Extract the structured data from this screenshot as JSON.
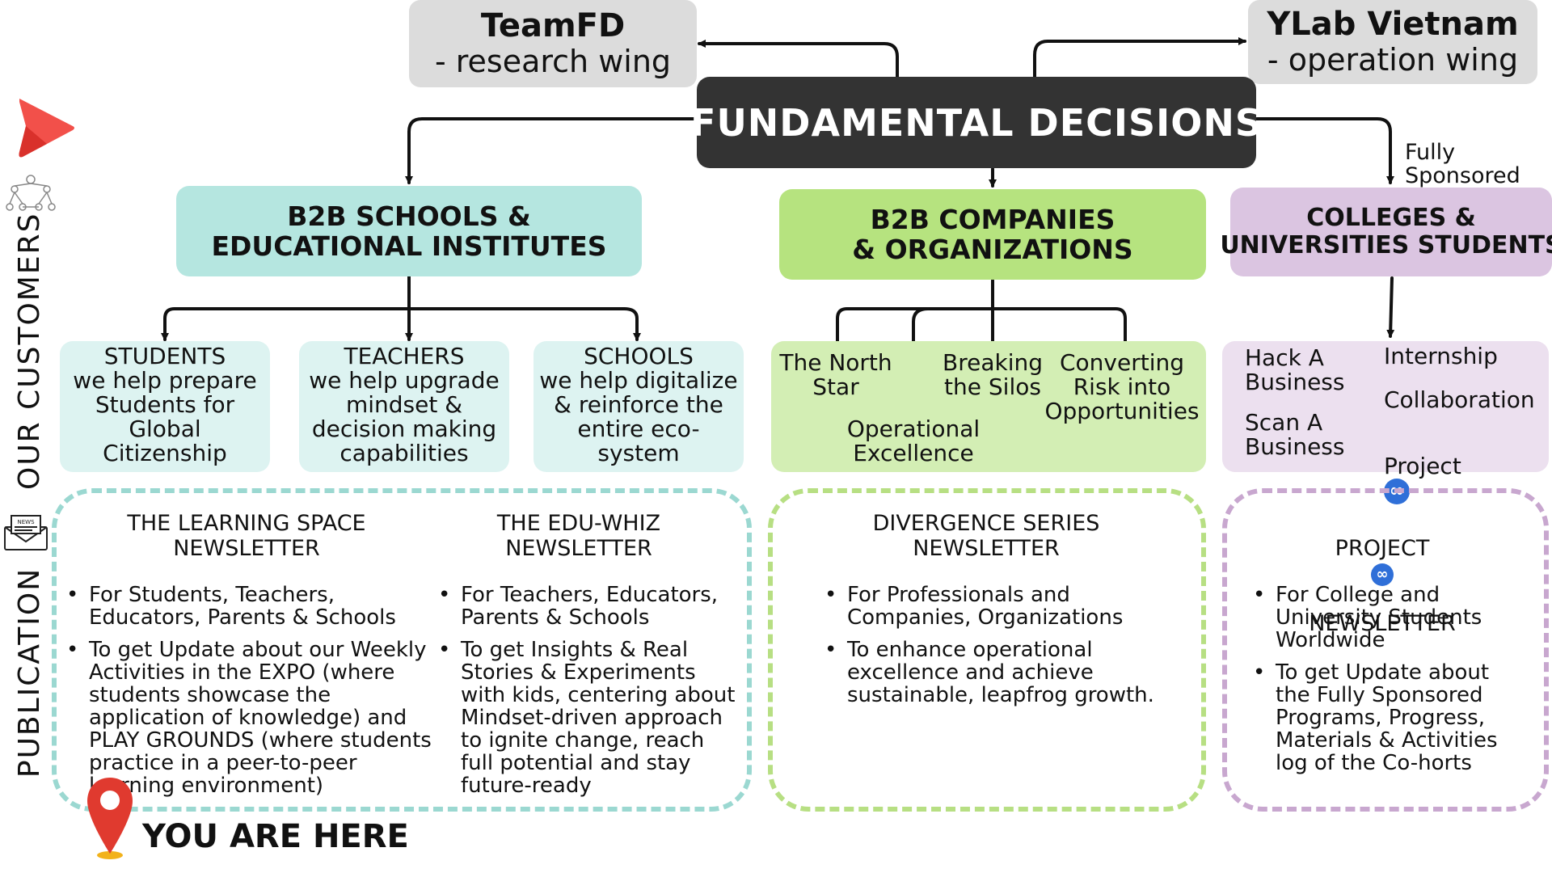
{
  "wings": {
    "research": {
      "name": "TeamFD",
      "sub": "- research wing"
    },
    "operation": {
      "name": "YLab Vietnam",
      "sub": "- operation wing"
    }
  },
  "core": {
    "label": "FUNDAMENTAL DECISIONS"
  },
  "sponsored_note": "Fully\nSponsored",
  "side_labels": {
    "customers": "OUR CUSTOMERS",
    "publication": "PUBLICATION"
  },
  "categories": {
    "schools": {
      "line1": "B2B SCHOOLS &",
      "line2": "EDUCATIONAL INSTITUTES"
    },
    "companies": {
      "line1": "B2B COMPANIES",
      "line2": "& ORGANIZATIONS"
    },
    "colleges": {
      "line1": "COLLEGES &",
      "line2": "UNIVERSITIES STUDENTS"
    }
  },
  "school_items": [
    "STUDENTS\nwe help prepare\nStudents for\nGlobal\nCitizenship",
    "TEACHERS\nwe help upgrade\nmindset &\ndecision making\ncapabilities",
    "SCHOOLS\nwe help digitalize\n& reinforce the\nentire eco-\nsystem"
  ],
  "company_items": {
    "north_star": "The North\nStar",
    "silos": "Breaking\nthe Silos",
    "risk": "Converting\nRisk into\nOpportunities",
    "excellence": "Operational\nExcellence"
  },
  "college_items": {
    "hack": "Hack A\nBusiness",
    "scan": "Scan A\nBusiness",
    "internship": "Internship",
    "collaboration": "Collaboration",
    "project": "Project"
  },
  "newsletters": {
    "learning": {
      "title": "THE LEARNING SPACE\nNEWSLETTER",
      "bullets": [
        " For Students, Teachers,\nEducators, Parents & Schools",
        " To get Update about our Weekly\nActivities in the EXPO (where\nstudents showcase the\napplication of knowledge) and\nPLAY GROUNDS (where students\npractice in a peer-to-peer\n                 learning environment)"
      ]
    },
    "eduwhiz": {
      "title": "THE EDU-WHIZ\nNEWSLETTER",
      "bullets": [
        " For Teachers, Educators,\nParents & Schools",
        " To get Insights & Real\nStories & Experiments\nwith kids, centering about\nMindset-driven approach\nto ignite change, reach\nfull potential and stay\nfuture-ready"
      ]
    },
    "divergence": {
      "title": "DIVERGENCE SERIES\nNEWSLETTER",
      "bullets": [
        " For Professionals and\nCompanies, Organizations",
        "To enhance operational\nexcellence and achieve\nsustainable, leapfrog growth."
      ]
    },
    "project": {
      "title_line1": "PROJECT",
      "title_line2": "NEWSLETTER",
      "bullets": [
        "For College and\nUniversity Students\nWorldwide",
        "To get Update about\nthe Fully Sponsored\nPrograms, Progress,\nMaterials & Activities\nlog of the Co-horts"
      ]
    }
  },
  "infinity_glyph": "∞",
  "you_are_here": "YOU ARE HERE",
  "colors": {
    "teal": "#b5e6e0",
    "teal_light": "#ddf3f1",
    "green": "#b6e37f",
    "green_light": "#d3eeb4",
    "purple": "#dbc5e1",
    "purple_light": "#ece0ef",
    "core": "#333333",
    "wing": "#dcdcdc",
    "pin": "#e03a2f",
    "play": "#f2504a"
  },
  "icons": [
    "play-logo-icon",
    "people-network-icon",
    "newsletter-envelope-icon",
    "location-pin-icon",
    "infinity-icon"
  ]
}
